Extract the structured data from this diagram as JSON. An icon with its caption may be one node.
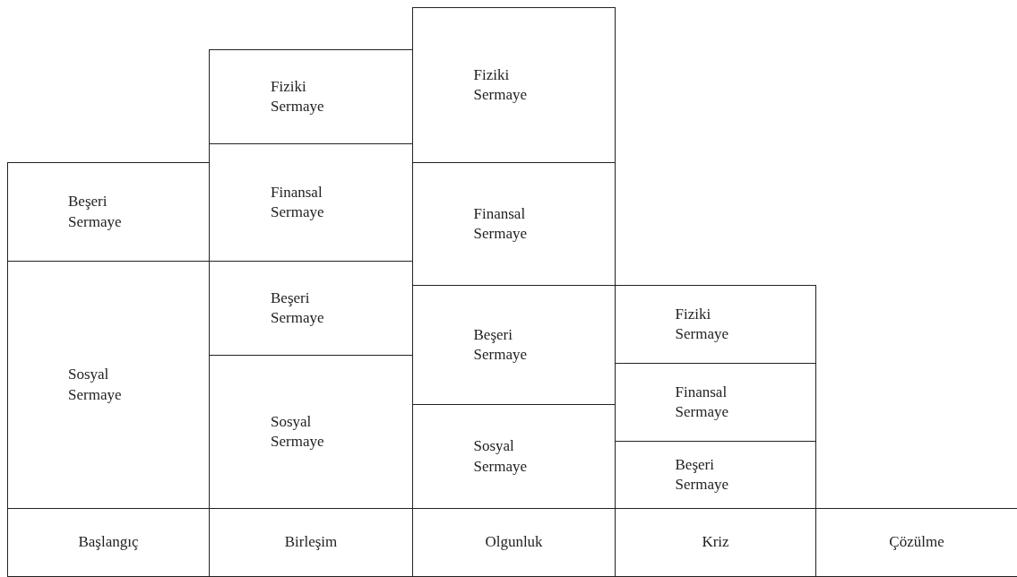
{
  "diagram": {
    "nodes": [
      {
        "text": [
          "Beşeri Sermaye"
        ]
      },
      {
        "text": [
          "Sosyal Sermaye"
        ]
      },
      {
        "text": [
          "Başlangıç"
        ]
      },
      {
        "text": [
          "Fiziki Sermaye"
        ]
      },
      {
        "text": [
          "Finansal Sermaye"
        ]
      },
      {
        "text": [
          "Beşeri Sermaye"
        ]
      },
      {
        "text": [
          "Sosyal Sermaye"
        ]
      },
      {
        "text": [
          "Birleşim"
        ]
      },
      {
        "text": [
          "Fiziki Sermaye"
        ]
      },
      {
        "text": [
          "Finansal Sermaye"
        ]
      },
      {
        "text": [
          "Beşeri Sermaye"
        ]
      },
      {
        "text": [
          "Sosyal Sermaye"
        ]
      },
      {
        "text": [
          "Olgunluk"
        ]
      },
      {
        "text": [
          "Fiziki Sermaye"
        ]
      },
      {
        "text": [
          "Finansal Sermaye"
        ]
      },
      {
        "text": [
          "Beşeri Sermaye"
        ]
      },
      {
        "text": [
          "Kriz"
        ]
      },
      {
        "text": [
          "Çözülme"
        ]
      }
    ]
  }
}
